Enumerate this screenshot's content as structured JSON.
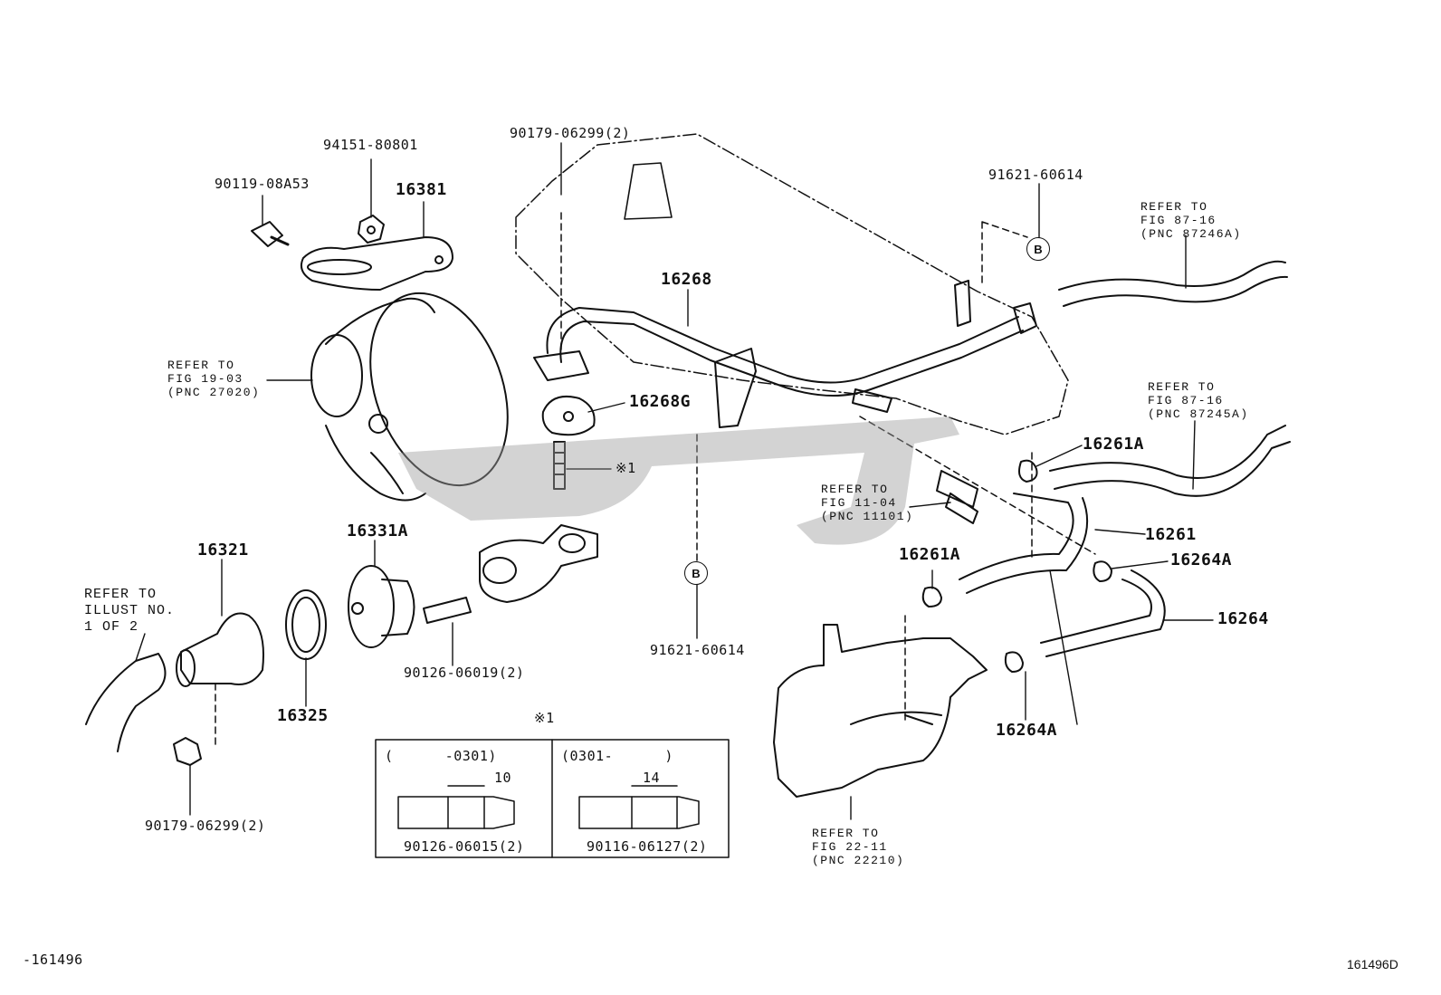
{
  "labels": {
    "p94151": "94151-80801",
    "p90119": "90119-08A53",
    "p16381": "16381",
    "p90179_top": "90179-06299(2)",
    "p16268": "16268",
    "p16268g": "16268G",
    "p91621_top": "91621-60614",
    "p91621_mid": "91621-60614",
    "p16261a_top": "16261A",
    "p16261a_mid": "16261A",
    "p16261": "16261",
    "p16264a_right": "16264A",
    "p16264": "16264",
    "p16264a_bottom": "16264A",
    "p16321": "16321",
    "p16325": "16325",
    "p16331a": "16331A",
    "p90126_19": "90126-06019(2)",
    "p90179_bottom": "90179-06299(2)",
    "note_marker": "※1",
    "note_marker_top": "※1",
    "inset_left_range": "(      -0301)",
    "inset_right_range": "(0301-      )",
    "inset_left_dim": "10",
    "inset_right_dim": "14",
    "inset_left_part": "90126-06015(2)",
    "inset_right_part": "90116-06127(2)",
    "circle_b": "B",
    "footer_left": "-161496",
    "footer_right": "161496D"
  },
  "refs": {
    "fig19": "REFER TO\nFIG 19-03\n(PNC 27020)",
    "fig87_a": "REFER TO\nFIG 87-16\n(PNC 87246A)",
    "fig87_b": "REFER TO\nFIG 87-16\n(PNC 87245A)",
    "fig11": "REFER TO\nFIG 11-04\n(PNC 11101)",
    "fig22": "REFER TO\nFIG 22-11\n(PNC 22210)",
    "illust": "REFER TO\nILLUST NO.\n1 OF 2"
  }
}
